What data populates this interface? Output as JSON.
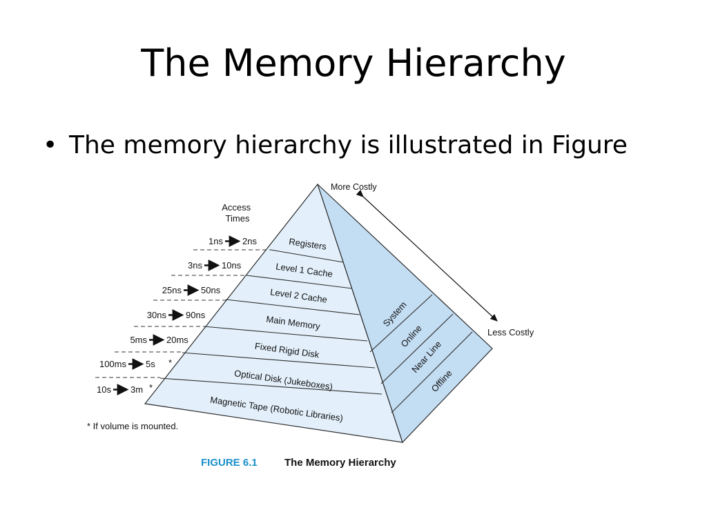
{
  "slide": {
    "title": "The Memory Hierarchy",
    "bullet_glyph": "•",
    "bullet_text": "The memory hierarchy is illustrated in Figure"
  },
  "figure": {
    "access_times_label": [
      "Access",
      "Times"
    ],
    "cost_top": "More Costly",
    "cost_bottom": "Less Costly",
    "footnote": "* If volume is mounted.",
    "caption_number": "FIGURE 6.1",
    "caption_title": "The Memory Hierarchy",
    "levels": [
      {
        "label": "Registers",
        "from": "1ns",
        "to": "2ns",
        "mark": ""
      },
      {
        "label": "Level 1 Cache",
        "from": "3ns",
        "to": "10ns",
        "mark": ""
      },
      {
        "label": "Level 2 Cache",
        "from": "25ns",
        "to": "50ns",
        "mark": ""
      },
      {
        "label": "Main Memory",
        "from": "30ns",
        "to": "90ns",
        "mark": ""
      },
      {
        "label": "Fixed Rigid Disk",
        "from": "5ms",
        "to": "20ms",
        "mark": ""
      },
      {
        "label": "Optical Disk (Jukeboxes)",
        "from": "100ms",
        "to": "5s",
        "mark": "*"
      },
      {
        "label": "Magnetic Tape (Robotic Libraries)",
        "from": "10s",
        "to": "3m",
        "mark": "*"
      }
    ],
    "side_labels": [
      "System",
      "Online",
      "Near Line",
      "Offline"
    ],
    "colors": {
      "front_face": "#e3f0fb",
      "side_face": "#c3ddf3",
      "outline": "#2b2b2b",
      "caption_blue": "#1a8fc9"
    }
  }
}
